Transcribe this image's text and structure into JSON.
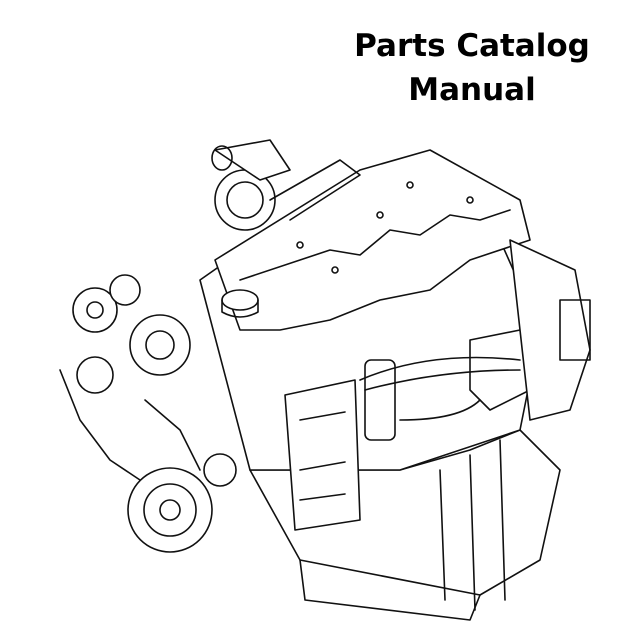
{
  "title": {
    "line1": "Parts Catalog",
    "line2": "Manual"
  },
  "illustration": {
    "subject": "engine-line-drawing"
  }
}
